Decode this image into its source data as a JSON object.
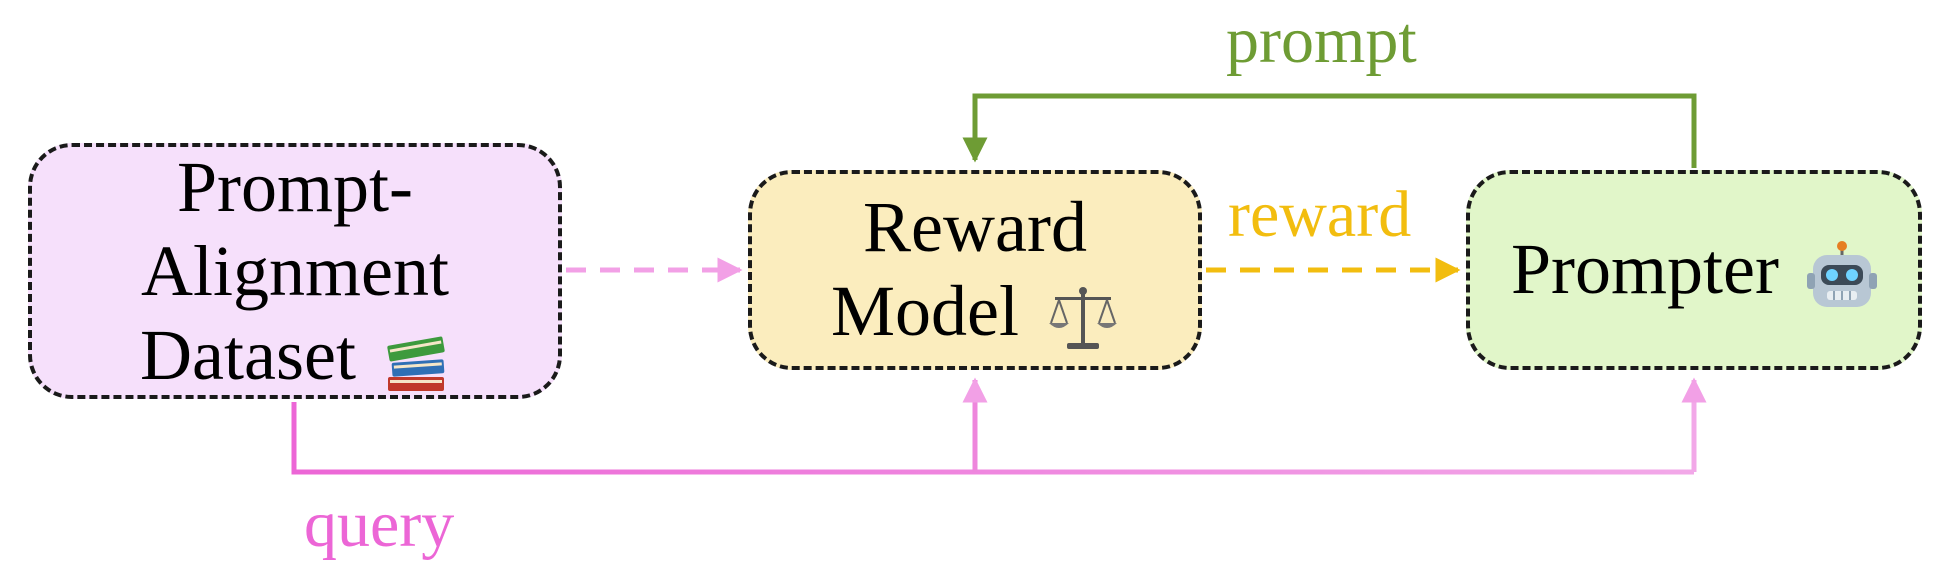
{
  "nodes": {
    "dataset": {
      "lines": [
        "Prompt-",
        "Alignment",
        "Dataset"
      ],
      "icon": "books-icon"
    },
    "reward": {
      "lines": [
        "Reward",
        "Model"
      ],
      "icon": "balance-scale-icon"
    },
    "prompter": {
      "lines": [
        "Prompter"
      ],
      "icon": "robot-icon"
    }
  },
  "edges": {
    "prompt": {
      "label": "prompt",
      "color": "#6e9c34",
      "from": "prompter",
      "to": "reward"
    },
    "reward": {
      "label": "reward",
      "color": "#f2bd0f",
      "from": "reward",
      "to": "prompter"
    },
    "query": {
      "label": "query",
      "color": "#ec66d6",
      "from": "dataset",
      "to": [
        "reward",
        "prompter"
      ]
    },
    "dataset_to_reward": {
      "color": "#f2a0e6",
      "from": "dataset",
      "to": "reward"
    }
  },
  "colors": {
    "dataset_fill": "#f6e0fb",
    "reward_fill": "#fbedbe",
    "prompter_fill": "#e1f6c9",
    "border": "#1a1a1a"
  }
}
